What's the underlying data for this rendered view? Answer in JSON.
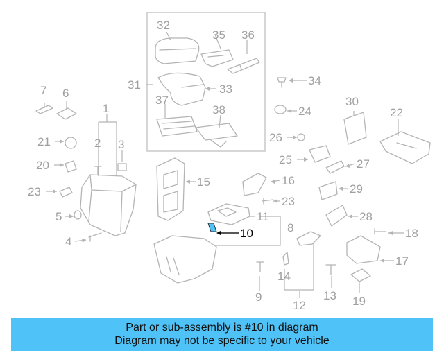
{
  "callouts": {
    "n1": "1",
    "n2": "2",
    "n3": "3",
    "n4": "4",
    "n5": "5",
    "n6": "6",
    "n7": "7",
    "n8": "8",
    "n9": "9",
    "n10": "10",
    "n11": "11",
    "n12": "12",
    "n13": "13",
    "n14": "14",
    "n15": "15",
    "n16": "16",
    "n17": "17",
    "n18": "18",
    "n19": "19",
    "n20": "20",
    "n21": "21",
    "n22": "22",
    "n23a": "23",
    "n23b": "23",
    "n24": "24",
    "n25": "25",
    "n26": "26",
    "n27": "27",
    "n28": "28",
    "n29": "29",
    "n30": "30",
    "n31": "31",
    "n32": "32",
    "n33": "33",
    "n34": "34",
    "n35": "35",
    "n36": "36",
    "n37": "37",
    "n38": "38"
  },
  "highlight": {
    "part_number": "10",
    "color": "#4fc3f7"
  },
  "banner": {
    "line1": "Part or sub-assembly is #10 in diagram",
    "line2": "Diagram may not be specific to your vehicle",
    "color": "#4fc3f7"
  }
}
